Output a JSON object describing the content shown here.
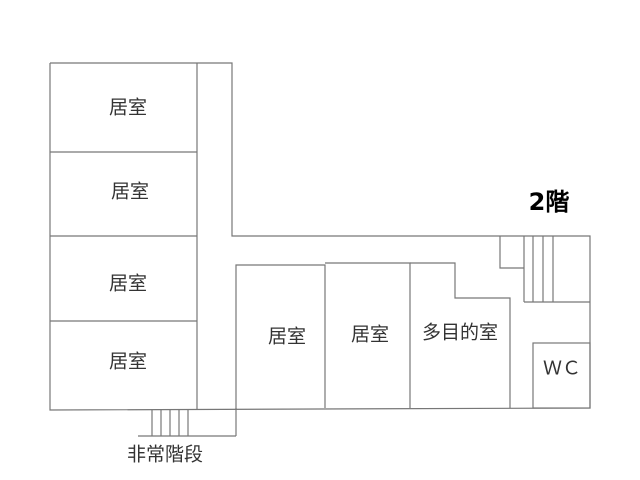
{
  "floor_label": "2階",
  "rooms": [
    "居室",
    "居室",
    "居室",
    "居室",
    "居室",
    "居室",
    "多目的室",
    "ＷＣ"
  ],
  "emergency_stairs": "非常階段"
}
